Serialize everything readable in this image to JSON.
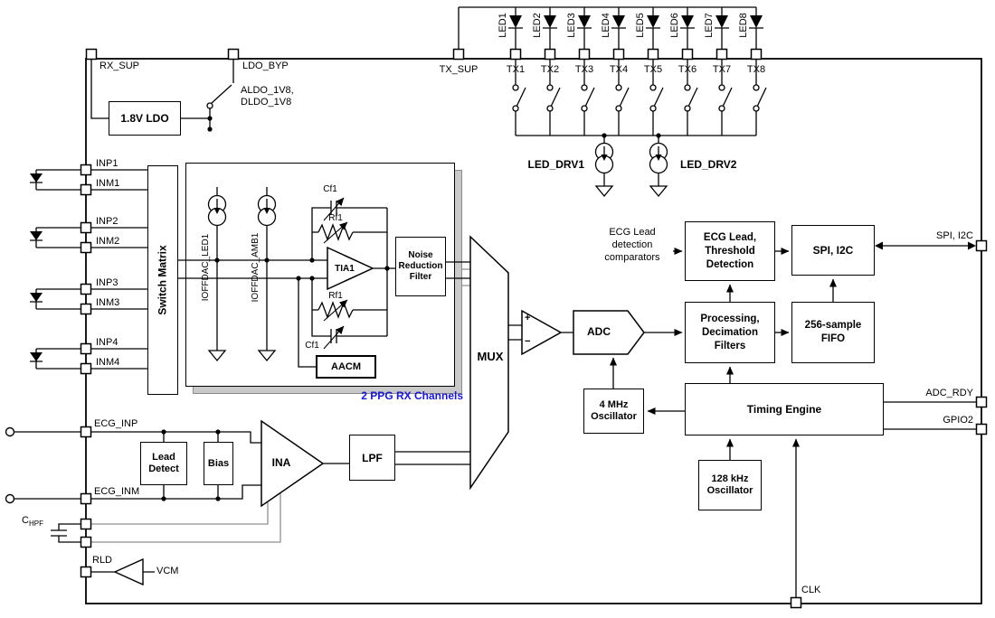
{
  "colors": {
    "note_blue": "#1a1acc",
    "shadow_gray": "#c9c9c9",
    "wire_gray": "#8f8f8f"
  },
  "top": {
    "tx_sup": "TX_SUP",
    "tx_pins": [
      "TX1",
      "TX2",
      "TX3",
      "TX4",
      "TX5",
      "TX6",
      "TX7",
      "TX8"
    ],
    "leds": [
      "LED1",
      "LED2",
      "LED3",
      "LED4",
      "LED5",
      "LED6",
      "LED7",
      "LED8"
    ],
    "led_drv1": "LED_DRV1",
    "led_drv2": "LED_DRV2"
  },
  "power": {
    "rx_sup": "RX_SUP",
    "ldo_byp": "LDO_BYP",
    "ldo_block": "1.8V LDO",
    "ldo_rails": "ALDO_1V8,\nDLDO_1V8"
  },
  "ppg": {
    "switch_matrix": "Switch Matrix",
    "inputs": [
      "INP1",
      "INM1",
      "INP2",
      "INM2",
      "INP3",
      "INM3",
      "INP4",
      "INM4"
    ],
    "ioffdac_led1": "IOFFDAC_LED1",
    "ioffdac_amb1": "IOFFDAC_AMB1",
    "cf1_top": "Cf1",
    "rf1_top": "Rf1",
    "rf1_bottom": "Rf1",
    "cf1_bottom": "Cf1",
    "tia1": "TIA1",
    "aacm": "AACM",
    "noise_filter": "Noise\nReduction\nFilter",
    "channels_note": "2 PPG RX Channels"
  },
  "mux_label": "MUX",
  "adc_path": {
    "plus": "+",
    "minus": "−",
    "adc": "ADC"
  },
  "ecg": {
    "ecg_inp": "ECG_INP",
    "ecg_inm": "ECG_INM",
    "lead_detect": "Lead\nDetect",
    "bias": "Bias",
    "ina": "INA",
    "lpf": "LPF",
    "chpf_main": "C",
    "chpf_sub": "HPF",
    "rld": "RLD",
    "vcm": "VCM"
  },
  "digital": {
    "comparators_note": "ECG Lead\ndetection\ncomparators",
    "ecg_lead_block": "ECG Lead,\nThreshold\nDetection",
    "spi_block": "SPI, I2C",
    "processing_block": "Processing,\nDecimation\nFilters",
    "fifo_block": "256-sample\nFIFO",
    "timing_engine": "Timing Engine",
    "osc_4mhz": "4 MHz\nOscillator",
    "osc_128khz": "128 kHz\nOscillator"
  },
  "right_pins": {
    "spi_i2c": "SPI, I2C",
    "adc_rdy": "ADC_RDY",
    "gpio2": "GPIO2"
  },
  "bottom_pins": {
    "clk": "CLK"
  }
}
